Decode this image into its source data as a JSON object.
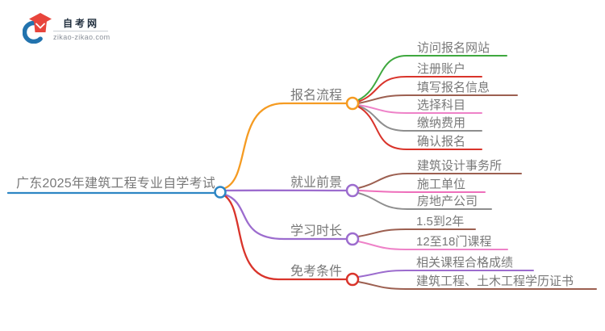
{
  "logo": {
    "title": "自考网",
    "domain": "zikao-zikao.com",
    "colors": {
      "crescent": "#2273ae",
      "cap": "#e8453c"
    }
  },
  "root": {
    "label": "广东2025年建筑工程专业自学考试",
    "color": "#2e86c4"
  },
  "branches": [
    {
      "label": "报名流程",
      "color": "#f59b22",
      "children": [
        {
          "label": "访问报名网站",
          "color": "#3fa83f"
        },
        {
          "label": "注册账户",
          "color": "#d9342b"
        },
        {
          "label": "填写报名信息",
          "color": "#9c5f50"
        },
        {
          "label": "选择科目",
          "color": "#ee82c8"
        },
        {
          "label": "缴纳费用",
          "color": "#8e8e8e"
        },
        {
          "label": "确认报名",
          "color": "#d9342b"
        }
      ]
    },
    {
      "label": "就业前景",
      "color": "#9c6cce",
      "children": [
        {
          "label": "建筑设计事务所",
          "color": "#9c5f50"
        },
        {
          "label": "施工单位",
          "color": "#ee6fbb"
        },
        {
          "label": "房地产公司",
          "color": "#8e8e8e"
        }
      ]
    },
    {
      "label": "学习时长",
      "color": "#9c6cce",
      "children": [
        {
          "label": "1.5到2年",
          "color": "#9c5f50"
        },
        {
          "label": "12至18门课程",
          "color": "#ee82c8"
        }
      ]
    },
    {
      "label": "免考条件",
      "color": "#d9342b",
      "children": [
        {
          "label": "相关课程合格成绩",
          "color": "#9c6cce"
        },
        {
          "label": "建筑工程、土木工程学历证书",
          "color": "#9c5f50"
        }
      ]
    }
  ]
}
